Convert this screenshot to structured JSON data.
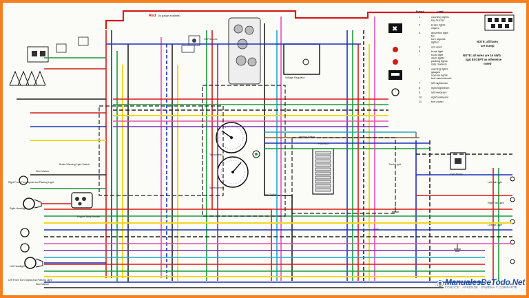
{
  "diagram": {
    "red_wire_label": "Red",
    "red_wire_note": "(to gauge available)",
    "note_fuses": [
      "NOTE: all fuses",
      "are 8 amp"
    ],
    "note_wires": [
      "NOTE: all wires are 16 AWG",
      "(ga) EXCEPT as otherwise",
      "noted"
    ],
    "fuse_table": {
      "header_fuse": "Fuse#",
      "header_load": "Load",
      "rows": [
        {
          "n": "1",
          "lines": [
            "courtesy lights",
            "key buzzer"
          ]
        },
        {
          "n": "2",
          "lines": [
            "brake lights",
            "wipers"
          ]
        },
        {
          "n": "3",
          "lines": [
            "glovebox light",
            "fan",
            "turn signals",
            "lighter"
          ]
        },
        {
          "n": "4",
          "lines": [
            "not used"
          ]
        },
        {
          "n": "5",
          "lines": [
            "trunk light",
            "hood light",
            "dash lights",
            "parking lights",
            "side markers"
          ]
        },
        {
          "n": "6",
          "lines": [
            "warning lights",
            "gauges",
            "reverse lights",
            "fuel rad/solenoid"
          ]
        },
        {
          "n": "7",
          "lines": [
            "left highbeam"
          ]
        },
        {
          "n": "8",
          "lines": [
            "right highbeam"
          ]
        },
        {
          "n": "9",
          "lines": [
            "left lowbeam"
          ]
        },
        {
          "n": "10",
          "lines": [
            "right lowbeam"
          ]
        },
        {
          "n": "11",
          "lines": [
            "fuel pump"
          ]
        }
      ]
    },
    "component_labels": [
      "Side Marker",
      "Right Front Turn Signal and Parking Light",
      "Right Headlight",
      "Left Headlight",
      "Left Front Turn Signal and Parking Light",
      "Side Marker",
      "Fuel Pump",
      "Brake Warning Light Switch",
      "Engine Temp Sender",
      "Tachometer",
      "Speedometer",
      "Key Switch",
      "Oil Pressure",
      "Ignition Switch",
      "Fuse Box",
      "Voltage Regulator",
      "Trunk Light",
      "Left Tail Light",
      "Right Tail Light",
      "License Light",
      "Horn"
    ]
  },
  "watermark": {
    "title": "ManualesDeTodo.Net",
    "tagline": "CONOCE · APRENDE · ENSEÑA Y COMPARTE"
  },
  "colors": {
    "border": "#f4801f",
    "brand_blue": "#1b4fa8",
    "wire_red": "#d41a1a",
    "wire_blue": "#1c2fb8",
    "wire_green": "#1a9a3c",
    "wire_yellow": "#f0d820",
    "wire_pink": "#e84fb0",
    "wire_black": "#222222",
    "wire_purple": "#7b2fb5",
    "wire_cyan": "#1fa7c9",
    "wire_brown": "#8a5a2b",
    "wire_gray": "#999999"
  }
}
